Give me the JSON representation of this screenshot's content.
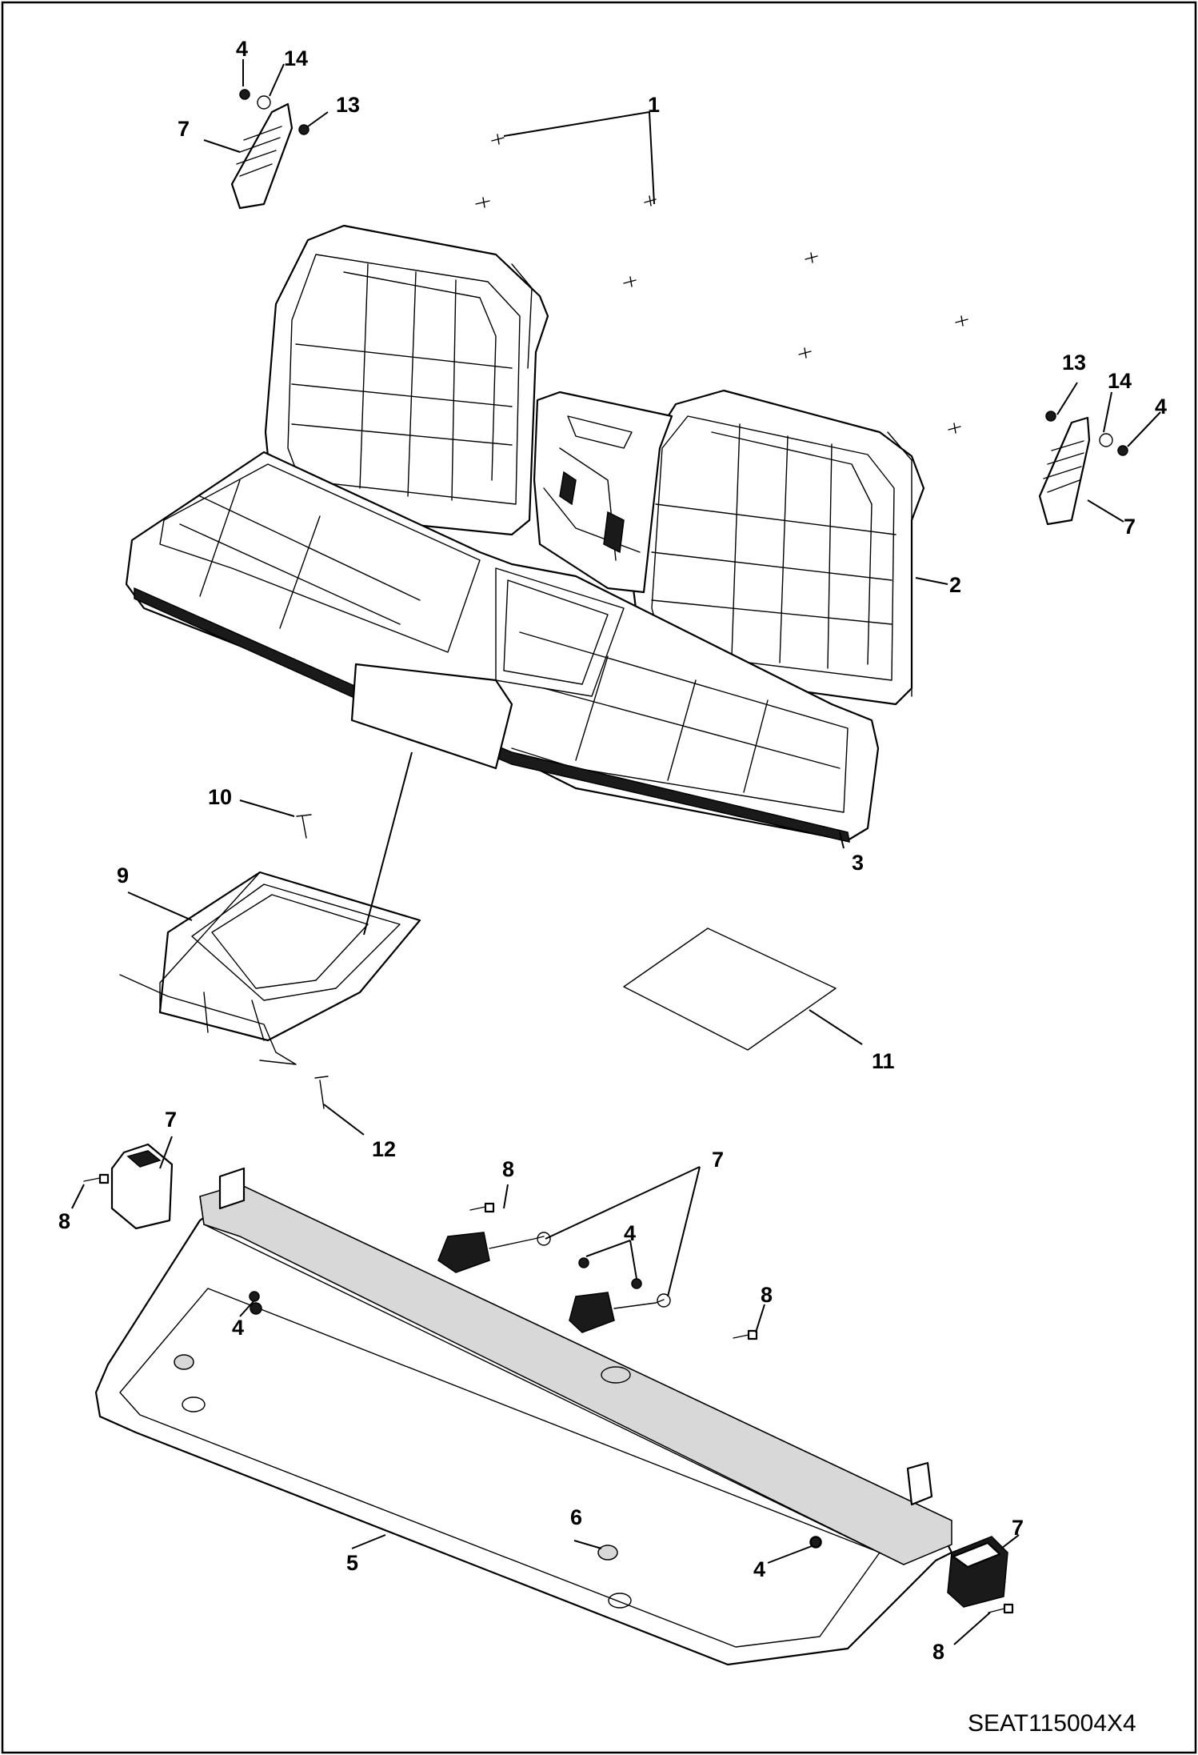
{
  "drawing_id": "SEAT115004X4",
  "callouts": {
    "c1": "1",
    "c2": "2",
    "c3": "3",
    "c4a": "4",
    "c4b": "4",
    "c4c": "4",
    "c4d": "4",
    "c4e": "4",
    "c5": "5",
    "c6": "6",
    "c7a": "7",
    "c7b": "7",
    "c7c": "7",
    "c7d": "7",
    "c7e": "7",
    "c8a": "8",
    "c8b": "8",
    "c8c": "8",
    "c8d": "8",
    "c9": "9",
    "c10": "10",
    "c11": "11",
    "c12": "12",
    "c13a": "13",
    "c13b": "13",
    "c14a": "14",
    "c14b": "14"
  }
}
